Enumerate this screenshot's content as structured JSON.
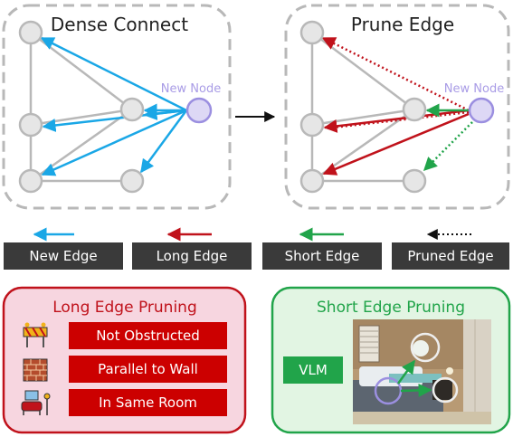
{
  "panels": {
    "dense_title": "Dense Connect",
    "prune_title": "Prune Edge",
    "new_node_label": "New Node"
  },
  "legend": [
    {
      "label": "New Edge",
      "color": "#1aa7e6",
      "style": "solid"
    },
    {
      "label": "Long Edge",
      "color": "#c0121b",
      "style": "solid"
    },
    {
      "label": "Short Edge",
      "color": "#21a44a",
      "style": "solid"
    },
    {
      "label": "Pruned Edge",
      "color": "#111111",
      "style": "dotted"
    }
  ],
  "long_pruning": {
    "title": "Long Edge Pruning",
    "rules": [
      "Not Obstructed",
      "Parallel to Wall",
      "In Same Room"
    ],
    "icons": [
      "roadblock-icon",
      "brick-wall-icon",
      "room-icon"
    ]
  },
  "short_pruning": {
    "title": "Short Edge Pruning",
    "vlm_label": "VLM"
  },
  "colors": {
    "new_edge": "#1aa7e6",
    "long_edge": "#c0121b",
    "short_edge": "#21a44a",
    "node_fill": "#e6e6e6",
    "new_node_fill": "#ddd8f5",
    "new_node_stroke": "#9b8fe0",
    "long_panel_bg": "#f7d6e0",
    "short_panel_bg": "#e2f5e3"
  }
}
